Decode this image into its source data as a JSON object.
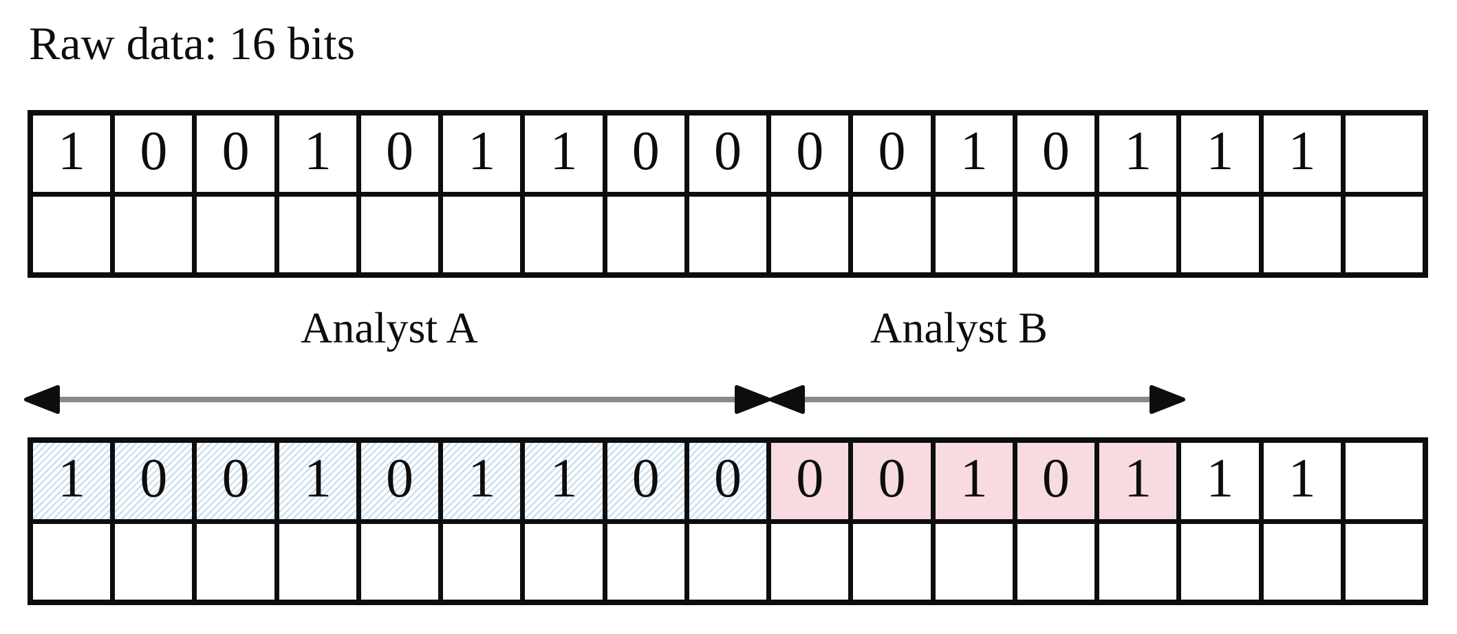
{
  "title": "Raw data: 16 bits",
  "bits": [
    "1",
    "0",
    "0",
    "1",
    "0",
    "1",
    "1",
    "0",
    "0",
    "0",
    "0",
    "1",
    "0",
    "1",
    "1",
    "1"
  ],
  "tables": {
    "columns": 17,
    "rows": 2,
    "trailing_empty_cells": 1,
    "second_row_empty": true
  },
  "partition": {
    "analyst_a": {
      "label": "Analyst A",
      "cell_start": 0,
      "cell_end": 9,
      "cells_covered": 9,
      "highlight": "blue-diagonal-hatch"
    },
    "analyst_b": {
      "label": "Analyst B",
      "cell_start": 9,
      "cell_end": 14,
      "cells_covered": 5,
      "highlight": "pink-fill"
    }
  },
  "colors": {
    "ink": "#0d0d0d",
    "hatch_blue": "#c9dfef",
    "pink_fill": "#f7dbe1",
    "arrow_gray": "#8a8a8a"
  }
}
